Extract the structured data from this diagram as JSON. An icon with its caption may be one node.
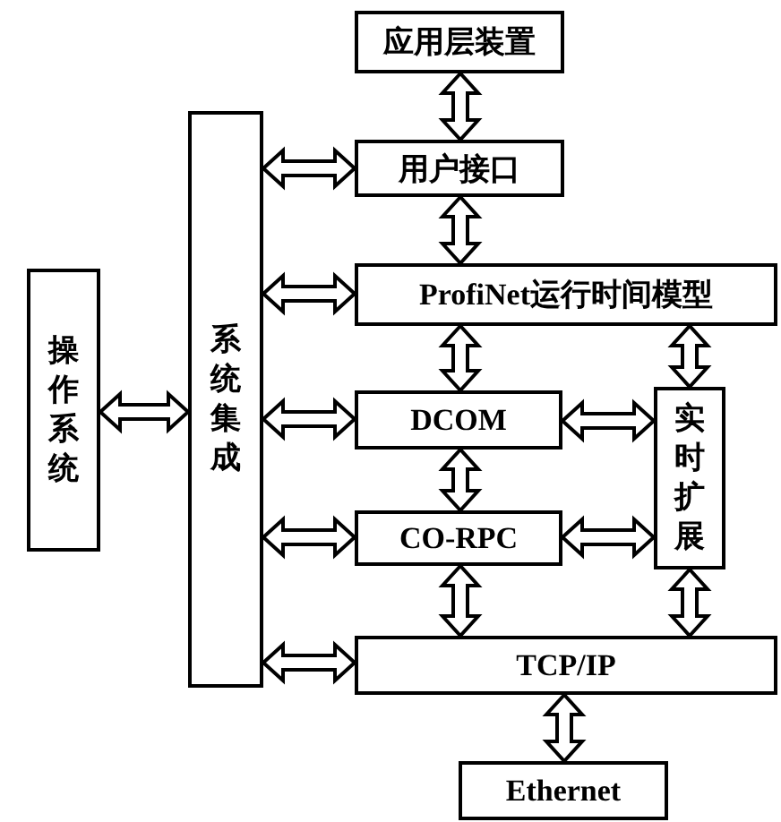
{
  "diagram": {
    "nodes": [
      {
        "text": [
          "应用层装置"
        ]
      },
      {
        "text": [
          "用户接口"
        ]
      },
      {
        "text": [
          "ProfiNet运行时间模型"
        ]
      },
      {
        "text": [
          "DCOM"
        ]
      },
      {
        "text": [
          "实时扩展"
        ]
      },
      {
        "text": [
          "CO-RPC"
        ]
      },
      {
        "text": [
          "TCP/IP"
        ]
      },
      {
        "text": [
          "Ethernet"
        ]
      },
      {
        "text": [
          "系统集成"
        ]
      },
      {
        "text": [
          "操作系统"
        ]
      }
    ],
    "edges": [
      {
        "from": 0,
        "to": 1,
        "arrow": "both"
      },
      {
        "from": 1,
        "to": 2,
        "arrow": "both"
      },
      {
        "from": 2,
        "to": 3,
        "arrow": "both"
      },
      {
        "from": 3,
        "to": 5,
        "arrow": "both"
      },
      {
        "from": 5,
        "to": 6,
        "arrow": "both"
      },
      {
        "from": 6,
        "to": 7,
        "arrow": "both"
      },
      {
        "from": 2,
        "to": 4,
        "arrow": "both"
      },
      {
        "from": 4,
        "to": 6,
        "arrow": "both"
      },
      {
        "from": 3,
        "to": 4,
        "arrow": "both"
      },
      {
        "from": 5,
        "to": 4,
        "arrow": "both"
      },
      {
        "from": 8,
        "to": 1,
        "arrow": "both"
      },
      {
        "from": 8,
        "to": 2,
        "arrow": "both"
      },
      {
        "from": 8,
        "to": 3,
        "arrow": "both"
      },
      {
        "from": 8,
        "to": 5,
        "arrow": "both"
      },
      {
        "from": 8,
        "to": 6,
        "arrow": "both"
      },
      {
        "from": 9,
        "to": 8,
        "arrow": "both"
      }
    ]
  }
}
